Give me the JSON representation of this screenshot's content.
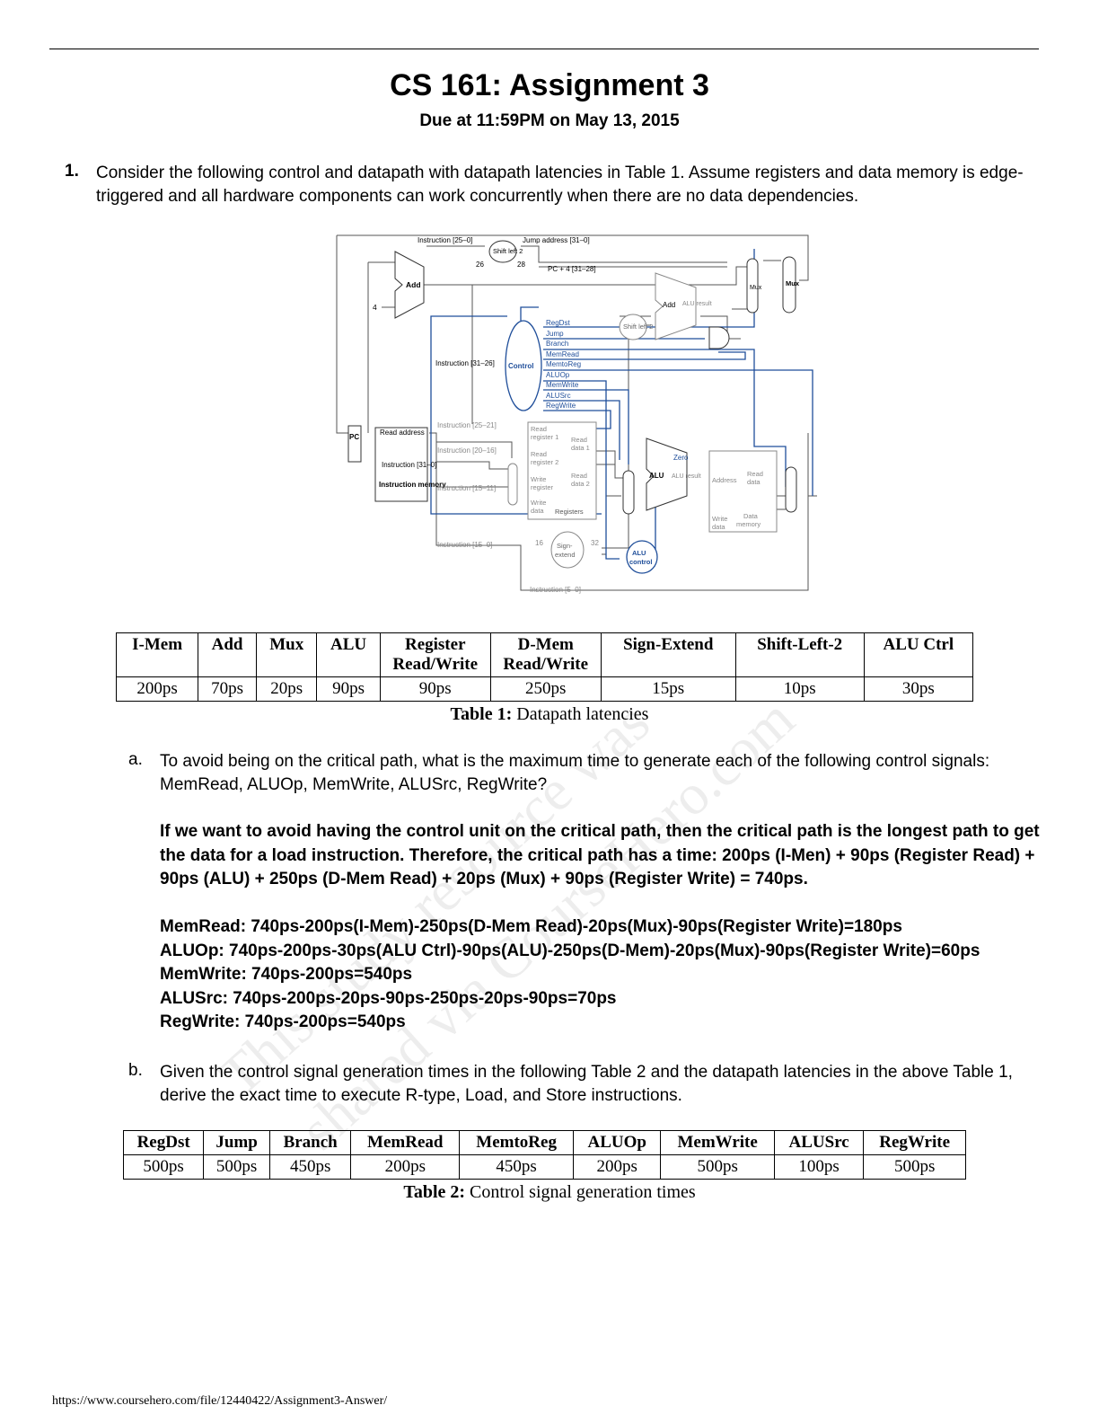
{
  "header": {
    "title": "CS 161: Assignment 3",
    "subtitle": "Due at 11:59PM on May 13, 2015"
  },
  "question1": {
    "number": "1.",
    "text": "Consider the following control and datapath with datapath latencies in Table 1. Assume registers and data memory is edge-triggered and all hardware components can work concurrently when there are no data dependencies."
  },
  "diagram": {
    "labels": {
      "add": "Add",
      "four": "4",
      "pc": "PC",
      "read_address": "Read address",
      "instruction_31_0": "Instruction [31–0]",
      "instruction_memory": "Instruction memory",
      "control": "Control",
      "shift_left_2": "Shift left 2",
      "jump_address": "Jump address [31–0]",
      "instr_25_0": "Instruction [25–0]",
      "instr_31_26": "Instruction [31–26]",
      "instr_25_21": "Instruction [25–21]",
      "instr_20_16": "Instruction [20–16]",
      "instr_15_11": "Instruction [15–11]",
      "instr_15_0": "Instruction [15–0]",
      "instr_5_0": "Instruction [5–0]",
      "pc4": "PC + 4 [31–28]",
      "n26": "26",
      "n28": "28",
      "n16": "16",
      "n32": "32",
      "alu_result": "ALU result",
      "registers": "Registers",
      "read_reg1": "Read register 1",
      "read_reg2": "Read register 2",
      "write_reg": "Write register",
      "write_data": "Write data",
      "read_data1": "Read data 1",
      "read_data2": "Read data 2",
      "sign_extend": "Sign-extend",
      "alu": "ALU",
      "zero": "Zero",
      "alu_control": "ALU control",
      "address": "Address",
      "read_data": "Read data",
      "data_memory": "Data memory",
      "mux": "Mux"
    },
    "control_signals": [
      "RegDst",
      "Jump",
      "Branch",
      "MemRead",
      "MemtoReg",
      "ALUOp",
      "MemWrite",
      "ALUSrc",
      "RegWrite"
    ]
  },
  "table1": {
    "headers": [
      "I-Mem",
      "Add",
      "Mux",
      "ALU",
      "Register Read/Write",
      "D-Mem Read/Write",
      "Sign-Extend",
      "Shift-Left-2",
      "ALU Ctrl"
    ],
    "values": [
      "200ps",
      "70ps",
      "20ps",
      "90ps",
      "90ps",
      "250ps",
      "15ps",
      "10ps",
      "30ps"
    ],
    "caption_label": "Table 1:",
    "caption_text": " Datapath latencies"
  },
  "part_a": {
    "letter": "a.",
    "question": "To avoid being on the critical path, what is the maximum time to generate each of the following control signals: MemRead, ALUOp, MemWrite, ALUSrc, RegWrite?",
    "answer_intro": "If we want to avoid having the control unit on the critical path, then the critical path is the longest path to get the data for a load instruction. Therefore, the critical path has a time: 200ps (I-Men) + 90ps (Register Read) + 90ps (ALU) + 250ps (D-Mem Read) + 20ps (Mux) + 90ps (Register Write) = 740ps.",
    "answers": [
      "MemRead: 740ps-200ps(I-Mem)-250ps(D-Mem Read)-20ps(Mux)-90ps(Register Write)=180ps",
      "ALUOp: 740ps-200ps-30ps(ALU Ctrl)-90ps(ALU)-250ps(D-Mem)-20ps(Mux)-90ps(Register Write)=60ps",
      "MemWrite: 740ps-200ps=540ps",
      "ALUSrc: 740ps-200ps-20ps-90ps-250ps-20ps-90ps=70ps",
      "RegWrite: 740ps-200ps=540ps"
    ]
  },
  "part_b": {
    "letter": "b.",
    "question": "Given the control signal generation times in the following Table 2 and the datapath latencies in the above Table 1, derive the exact time to execute R-type, Load, and Store instructions."
  },
  "table2": {
    "headers": [
      "RegDst",
      "Jump",
      "Branch",
      "MemRead",
      "MemtoReg",
      "ALUOp",
      "MemWrite",
      "ALUSrc",
      "RegWrite"
    ],
    "values": [
      "500ps",
      "500ps",
      "450ps",
      "200ps",
      "450ps",
      "200ps",
      "500ps",
      "100ps",
      "500ps"
    ],
    "caption_label": "Table 2:",
    "caption_text": " Control signal generation times"
  },
  "watermark": {
    "line1": "This study resource was",
    "line2": "shared via CourseHero.com"
  },
  "footer": {
    "url": "https://www.coursehero.com/file/12440422/Assignment3-Answer/"
  }
}
